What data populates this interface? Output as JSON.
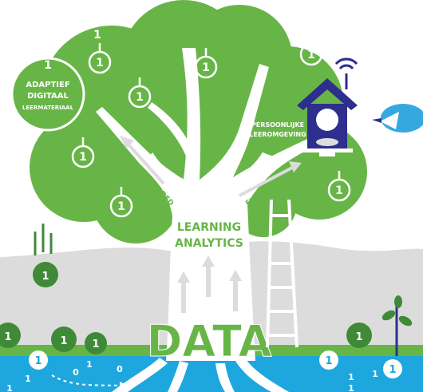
{
  "labels": {
    "adaptief": [
      "ADAPTIEF",
      "DIGITAAL",
      "LEERMATERIAAL"
    ],
    "persoonlijke": [
      "PERSOONLIJKE",
      "LEEROMGEVING"
    ],
    "embedded": "EMBEDDED",
    "extracted": "EXTRACTED",
    "learning_analytics": [
      "LEARNING",
      "ANALYTICS"
    ],
    "data": "DATA"
  },
  "digit": "1",
  "water_digits": [
    "1",
    "0",
    "1",
    "0",
    "1",
    "1",
    "1",
    "1"
  ],
  "colors": {
    "leaf_green": "#68b547",
    "dark_green": "#3f8a36",
    "hill_gray": "#dcdcdc",
    "water_blue": "#1ea7df",
    "birdhouse_blue": "#2e2e8e",
    "bird_blue": "#35a8e0",
    "white": "#ffffff"
  }
}
